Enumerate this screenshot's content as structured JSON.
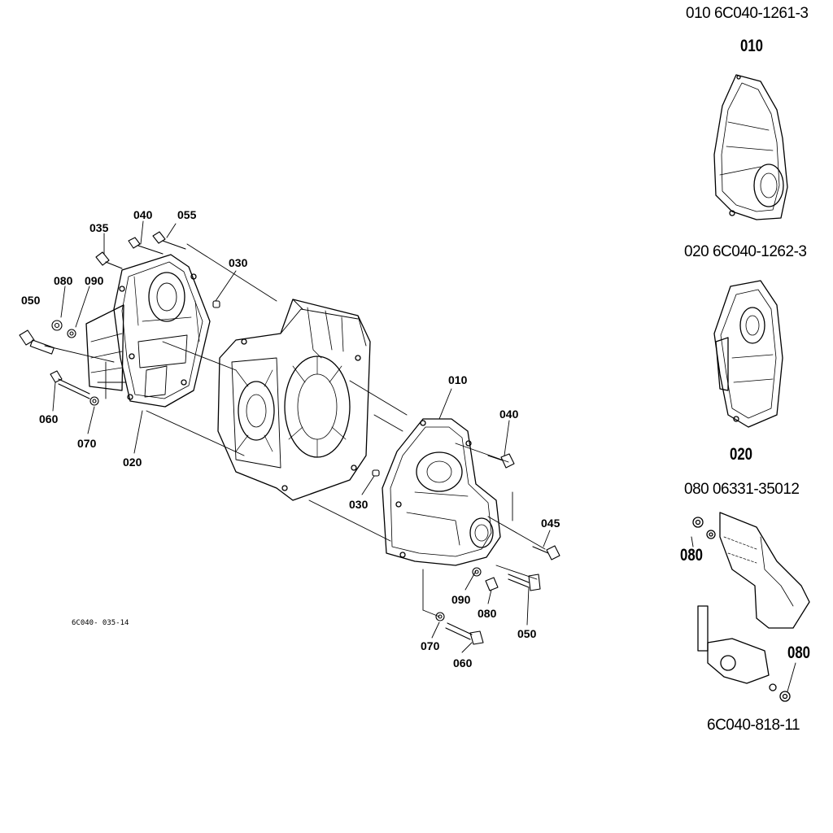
{
  "drawing_code": "6C040- 035-14",
  "callouts": {
    "c035": "035",
    "c040_left": "040",
    "c055": "055",
    "c030_top": "030",
    "c080_left": "080",
    "c090_left": "090",
    "c050_left": "050",
    "c060_left": "060",
    "c070_left": "070",
    "c020": "020",
    "c010": "010",
    "c040_right": "040",
    "c030_mid": "030",
    "c045": "045",
    "c090_right": "090",
    "c080_right": "080",
    "c050_right": "050",
    "c070_right": "070",
    "c060_right": "060"
  },
  "details": [
    {
      "header": "010 6C040-1261-3",
      "num": "010"
    },
    {
      "header": "020 6C040-1262-3",
      "num": "020"
    },
    {
      "header": "080 06331-35012",
      "num_a": "080",
      "num_b": "080",
      "footer": "6C040-818-11"
    }
  ]
}
